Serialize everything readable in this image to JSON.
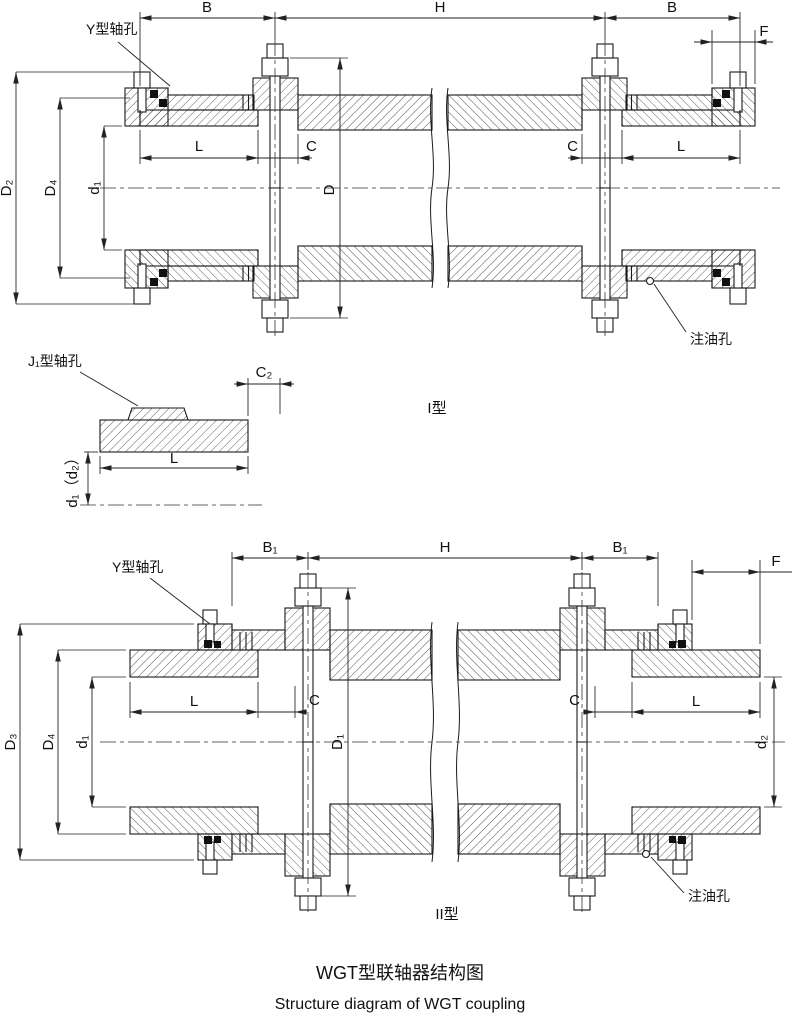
{
  "type1": {
    "caption": "I型",
    "labels": {
      "shaft_hole": "Y型轴孔",
      "oil_hole": "注油孔"
    },
    "dims": {
      "b_left": "B",
      "h": "H",
      "b_right": "B",
      "f": "F",
      "d2": "D₂",
      "d4": "D₄",
      "d1": "d₁",
      "l_left": "L",
      "c_left": "C",
      "c_right": "C",
      "l_right": "L",
      "d": "D"
    }
  },
  "j1": {
    "label_shaft_hole": "J₁型轴孔",
    "dims": {
      "c2": "C₂",
      "l": "L",
      "d1d2": "d₁（d₂）"
    }
  },
  "type2": {
    "caption": "II型",
    "labels": {
      "shaft_hole": "Y型轴孔",
      "oil_hole": "注油孔"
    },
    "dims": {
      "b1_left": "B₁",
      "h": "H",
      "b1_right": "B₁",
      "f": "F",
      "d3": "D₃",
      "d4": "D₄",
      "d1": "d₁",
      "l_left": "L",
      "c_left": "C",
      "c_right": "C",
      "l_right": "L",
      "d1_flange": "D₁",
      "d2": "d₂"
    }
  },
  "footer": {
    "title_cn": "WGT型联轴器结构图",
    "title_en": "Structure diagram of WGT coupling"
  }
}
